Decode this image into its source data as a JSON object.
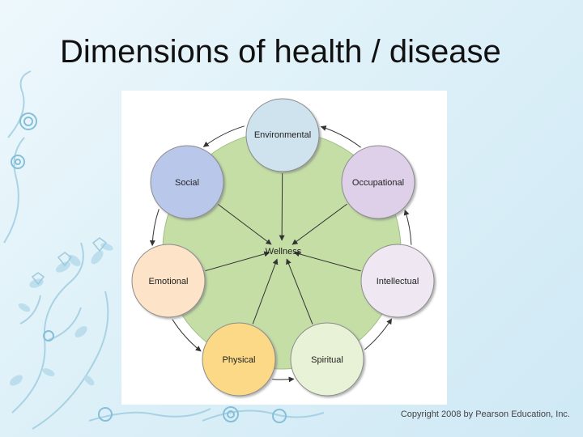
{
  "slide": {
    "title": "Dimensions of health / disease",
    "copyright": "Copyright 2008 by Pearson Education, Inc."
  },
  "diagram": {
    "center_label": "Wellness",
    "nodes": [
      {
        "id": "environmental",
        "label": "Environmental",
        "fill": "#cfe3ef"
      },
      {
        "id": "occupational",
        "label": "Occupational",
        "fill": "#ddd0e8"
      },
      {
        "id": "intellectual",
        "label": "Intellectual",
        "fill": "#efe8f2"
      },
      {
        "id": "spiritual",
        "label": "Spiritual",
        "fill": "#e7f2d6"
      },
      {
        "id": "physical",
        "label": "Physical",
        "fill": "#fcd987"
      },
      {
        "id": "emotional",
        "label": "Emotional",
        "fill": "#fde3c8"
      },
      {
        "id": "social",
        "label": "Social",
        "fill": "#b9c8ea"
      }
    ],
    "colors": {
      "big_circle": "#c4dea6",
      "arrow": "#333333"
    }
  }
}
